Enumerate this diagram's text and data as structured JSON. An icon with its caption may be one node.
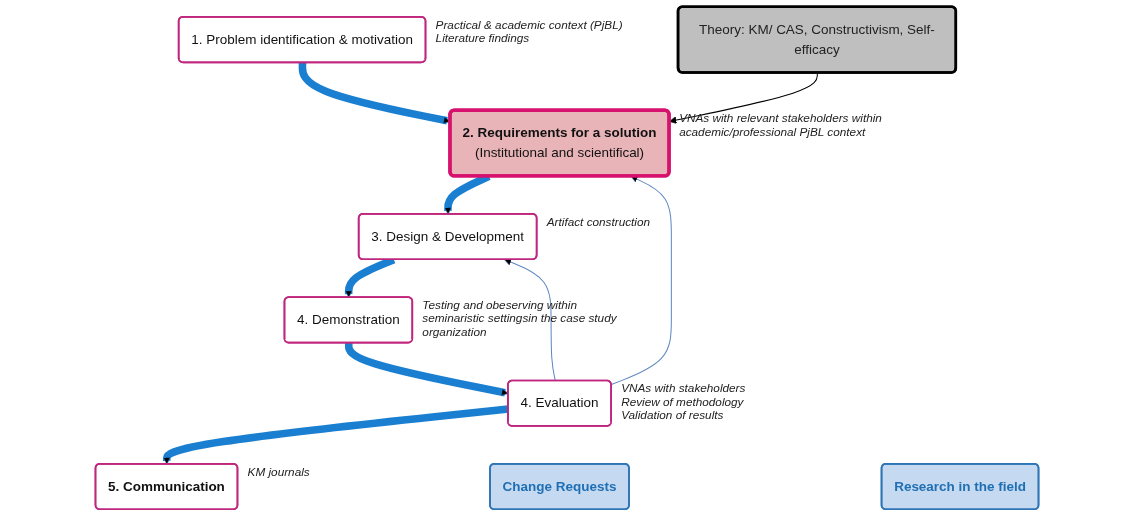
{
  "diagram": {
    "nodes": [
      {
        "text": [
          "1. Problem identification & motivation"
        ],
        "beside": [
          "Practical & academic context (PjBL)",
          "Literature findings"
        ]
      },
      {
        "text": [
          "2. Requirements for a solution",
          "(Institutional and scientifical)"
        ],
        "beside": [
          "VNAs with relevant stakeholders within academic/professional PjBL context"
        ]
      },
      {
        "text": [
          "3. Design & Development"
        ],
        "beside": [
          "Artifact construction"
        ]
      },
      {
        "text": [
          "4. Demonstration"
        ],
        "beside": [
          "Testing and obeserving within seminaristic settingsin the case study organization"
        ]
      },
      {
        "text": [
          "4. Evaluation"
        ],
        "beside": [
          "VNAs with stakeholders",
          "Review of methodology",
          "Validation of results"
        ]
      },
      {
        "text": [
          "5. Communication"
        ],
        "beside": [
          "KM journals"
        ]
      },
      {
        "text": [
          "Theory: KM/ CAS, Constructivism, Self-efficacy"
        ]
      },
      {
        "text": [
          "Change Requests"
        ]
      },
      {
        "text": [
          "Research in the field"
        ]
      }
    ],
    "edges": [
      {
        "from": 0,
        "to": 1,
        "arrow": "to"
      },
      {
        "from": 1,
        "to": 2,
        "arrow": "to"
      },
      {
        "from": 2,
        "to": 3,
        "arrow": "to"
      },
      {
        "from": 3,
        "to": 4,
        "arrow": "to"
      },
      {
        "from": 4,
        "to": 5,
        "arrow": "to"
      },
      {
        "from": 6,
        "to": 1,
        "arrow": "to",
        "color": "#000000"
      },
      {
        "from": 4,
        "to": 1,
        "arrow": "to",
        "color": "#5b87c0"
      },
      {
        "from": 4,
        "to": 2,
        "arrow": "to",
        "color": "#5b87c0"
      }
    ]
  }
}
